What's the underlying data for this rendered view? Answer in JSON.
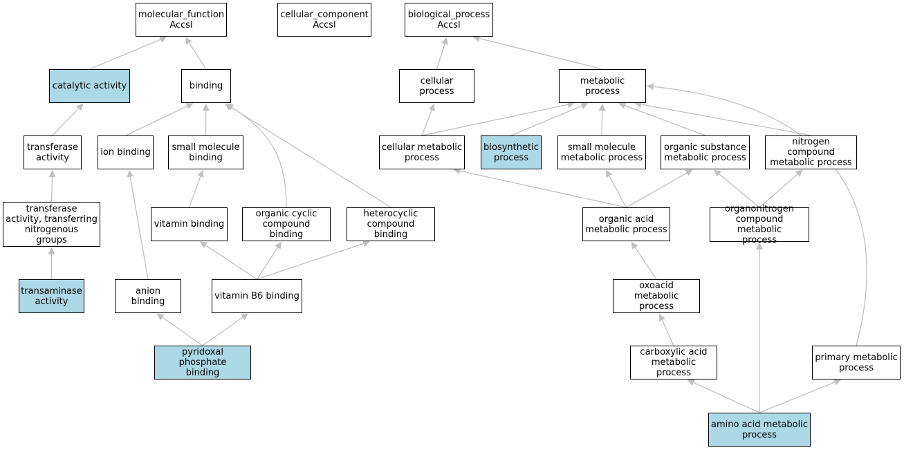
{
  "colors": {
    "node_fill": "#ffffff",
    "highlight_fill": "#add8e6",
    "node_border": "#000000",
    "edge": "#c0c0c0"
  },
  "nodes": {
    "molecular_function": {
      "label": "molecular_function\nAccsl",
      "highlight": false
    },
    "cellular_component": {
      "label": "cellular_component\nAccsl",
      "highlight": false
    },
    "biological_process": {
      "label": "biological_process\nAccsl",
      "highlight": false
    },
    "catalytic_activity": {
      "label": "catalytic activity",
      "highlight": true
    },
    "binding": {
      "label": "binding",
      "highlight": false
    },
    "cellular_process": {
      "label": "cellular process",
      "highlight": false
    },
    "metabolic_process": {
      "label": "metabolic process",
      "highlight": false
    },
    "transferase_activity": {
      "label": "transferase\nactivity",
      "highlight": false
    },
    "ion_binding": {
      "label": "ion binding",
      "highlight": false
    },
    "small_molecule_binding": {
      "label": "small molecule\nbinding",
      "highlight": false
    },
    "cellular_metabolic_process": {
      "label": "cellular metabolic\nprocess",
      "highlight": false
    },
    "biosynthetic_process": {
      "label": "biosynthetic\nprocess",
      "highlight": true
    },
    "small_molecule_metabolic_process": {
      "label": "small molecule\nmetabolic process",
      "highlight": false
    },
    "organic_substance_metabolic_process": {
      "label": "organic substance\nmetabolic process",
      "highlight": false
    },
    "nitrogen_compound_metabolic_process": {
      "label": "nitrogen compound\nmetabolic process",
      "highlight": false
    },
    "transferase_nitrogenous": {
      "label": "transferase\nactivity, transferring\nnitrogenous\ngroups",
      "highlight": false
    },
    "vitamin_binding": {
      "label": "vitamin binding",
      "highlight": false
    },
    "organic_cyclic_compound_binding": {
      "label": "organic cyclic\ncompound binding",
      "highlight": false
    },
    "heterocyclic_compound_binding": {
      "label": "heterocyclic\ncompound binding",
      "highlight": false
    },
    "organic_acid_metabolic_process": {
      "label": "organic acid\nmetabolic process",
      "highlight": false
    },
    "organonitrogen_compound_metabolic_process": {
      "label": "organonitrogen\ncompound metabolic\nprocess",
      "highlight": false
    },
    "transaminase_activity": {
      "label": "transaminase\nactivity",
      "highlight": true
    },
    "anion_binding": {
      "label": "anion binding",
      "highlight": false
    },
    "vitamin_b6_binding": {
      "label": "vitamin B6 binding",
      "highlight": false
    },
    "oxoacid_metabolic_process": {
      "label": "oxoacid metabolic\nprocess",
      "highlight": false
    },
    "pyridoxal_phosphate_binding": {
      "label": "pyridoxal phosphate\nbinding",
      "highlight": true
    },
    "carboxylic_acid_metabolic_process": {
      "label": "carboxylic acid\nmetabolic process",
      "highlight": false
    },
    "primary_metabolic_process": {
      "label": "primary metabolic\nprocess",
      "highlight": false
    },
    "amino_acid_metabolic_process": {
      "label": "amino acid metabolic\nprocess",
      "highlight": true
    }
  },
  "edges": [
    [
      "catalytic_activity",
      "molecular_function"
    ],
    [
      "binding",
      "molecular_function"
    ],
    [
      "transferase_activity",
      "catalytic_activity"
    ],
    [
      "ion_binding",
      "binding"
    ],
    [
      "small_molecule_binding",
      "binding"
    ],
    [
      "organic_cyclic_compound_binding",
      "binding"
    ],
    [
      "heterocyclic_compound_binding",
      "binding"
    ],
    [
      "transferase_nitrogenous",
      "transferase_activity"
    ],
    [
      "transaminase_activity",
      "transferase_nitrogenous"
    ],
    [
      "anion_binding",
      "ion_binding"
    ],
    [
      "vitamin_binding",
      "small_molecule_binding"
    ],
    [
      "pyridoxal_phosphate_binding",
      "anion_binding"
    ],
    [
      "pyridoxal_phosphate_binding",
      "vitamin_b6_binding"
    ],
    [
      "vitamin_b6_binding",
      "vitamin_binding"
    ],
    [
      "vitamin_b6_binding",
      "organic_cyclic_compound_binding"
    ],
    [
      "vitamin_b6_binding",
      "heterocyclic_compound_binding"
    ],
    [
      "cellular_process",
      "biological_process"
    ],
    [
      "metabolic_process",
      "biological_process"
    ],
    [
      "cellular_metabolic_process",
      "cellular_process"
    ],
    [
      "cellular_metabolic_process",
      "metabolic_process"
    ],
    [
      "biosynthetic_process",
      "metabolic_process"
    ],
    [
      "small_molecule_metabolic_process",
      "metabolic_process"
    ],
    [
      "organic_substance_metabolic_process",
      "metabolic_process"
    ],
    [
      "nitrogen_compound_metabolic_process",
      "metabolic_process"
    ],
    [
      "primary_metabolic_process",
      "metabolic_process"
    ],
    [
      "organic_acid_metabolic_process",
      "cellular_metabolic_process"
    ],
    [
      "organic_acid_metabolic_process",
      "small_molecule_metabolic_process"
    ],
    [
      "organic_acid_metabolic_process",
      "organic_substance_metabolic_process"
    ],
    [
      "organonitrogen_compound_metabolic_process",
      "organic_substance_metabolic_process"
    ],
    [
      "organonitrogen_compound_metabolic_process",
      "nitrogen_compound_metabolic_process"
    ],
    [
      "oxoacid_metabolic_process",
      "organic_acid_metabolic_process"
    ],
    [
      "carboxylic_acid_metabolic_process",
      "oxoacid_metabolic_process"
    ],
    [
      "amino_acid_metabolic_process",
      "carboxylic_acid_metabolic_process"
    ],
    [
      "amino_acid_metabolic_process",
      "primary_metabolic_process"
    ],
    [
      "amino_acid_metabolic_process",
      "organonitrogen_compound_metabolic_process"
    ]
  ]
}
